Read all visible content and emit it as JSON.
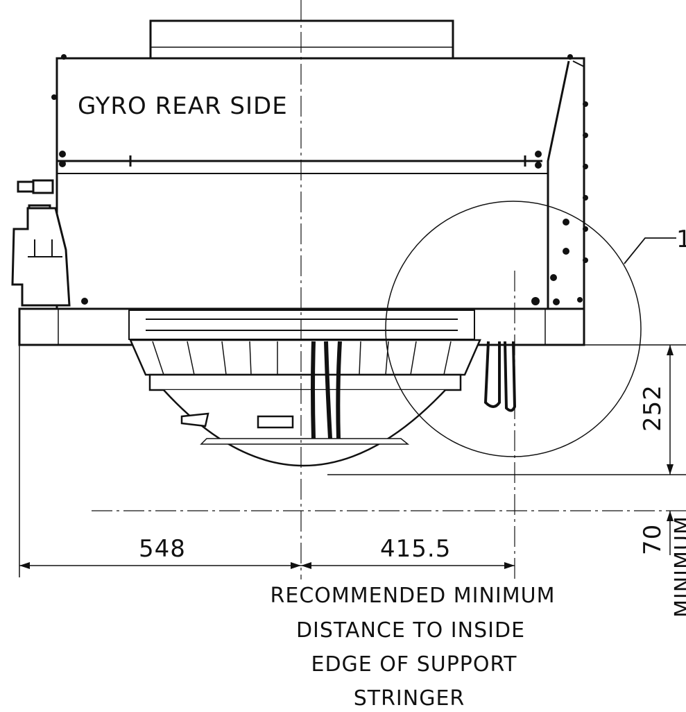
{
  "drawing": {
    "side_label": "GYRO REAR SIDE",
    "callout_number": "1",
    "dimensions": {
      "height_clearance": "252",
      "stringer_gap": "70",
      "left_width": "548",
      "right_offset": "415.5"
    },
    "note_lines": [
      "RECOMMENDED MINIMUM",
      "DISTANCE TO INSIDE",
      "EDGE OF SUPPORT",
      "STRINGER"
    ],
    "vertical_label": "MINIMUM"
  }
}
